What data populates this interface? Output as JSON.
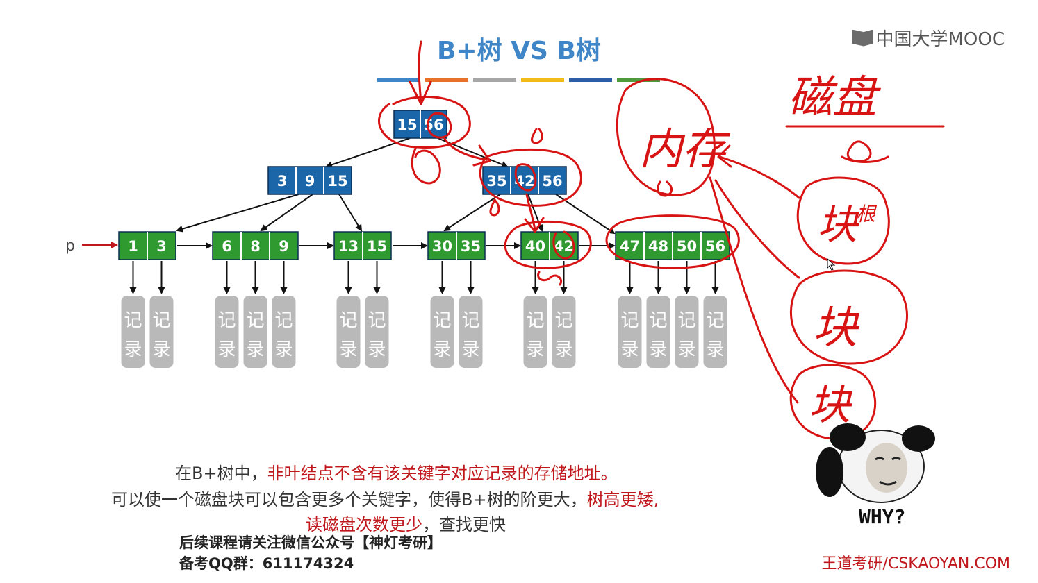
{
  "title": "B+树 VS B树",
  "logo_text": "中国大学MOOC",
  "color_bars": [
    "#3f86c8",
    "#e9722b",
    "#a6a6a6",
    "#f2bc1a",
    "#2e5da8",
    "#4f9a3c"
  ],
  "root": [
    "15",
    "56"
  ],
  "level2_left": [
    "3",
    "9",
    "15"
  ],
  "level2_right": [
    "35",
    "42",
    "56"
  ],
  "leaves": [
    [
      "1",
      "3"
    ],
    [
      "6",
      "8",
      "9"
    ],
    [
      "13",
      "15"
    ],
    [
      "30",
      "35"
    ],
    [
      "40",
      "42"
    ],
    [
      "47",
      "48",
      "50",
      "56"
    ]
  ],
  "pointer_label": "p",
  "record_label": "记录",
  "annotations": {
    "disk": "磁盘",
    "memory": "内存",
    "root_block": "根",
    "block": "块"
  },
  "caption": {
    "line1_a": "在B+树中，",
    "line1_b": "非叶结点不含有该关键字对应记录的存储地址。",
    "line2_a": "可以使一个磁盘块可以包含更多个关键字，使得B+树的阶更大，",
    "line2_b": "树高更矮,",
    "line3_a": "读磁盘次数更少",
    "line3_b": "，查找更快"
  },
  "follow1": "后续课程请关注微信公众号【神灯考研】",
  "follow2": "备考QQ群：611174324",
  "why": "WHY?",
  "site": "王道考研/CSKAOYAN.COM",
  "colors": {
    "internal": "#1a66a8",
    "leaf": "#2f9a2f",
    "record": "#b9b9b9",
    "ink": "#d81313"
  }
}
